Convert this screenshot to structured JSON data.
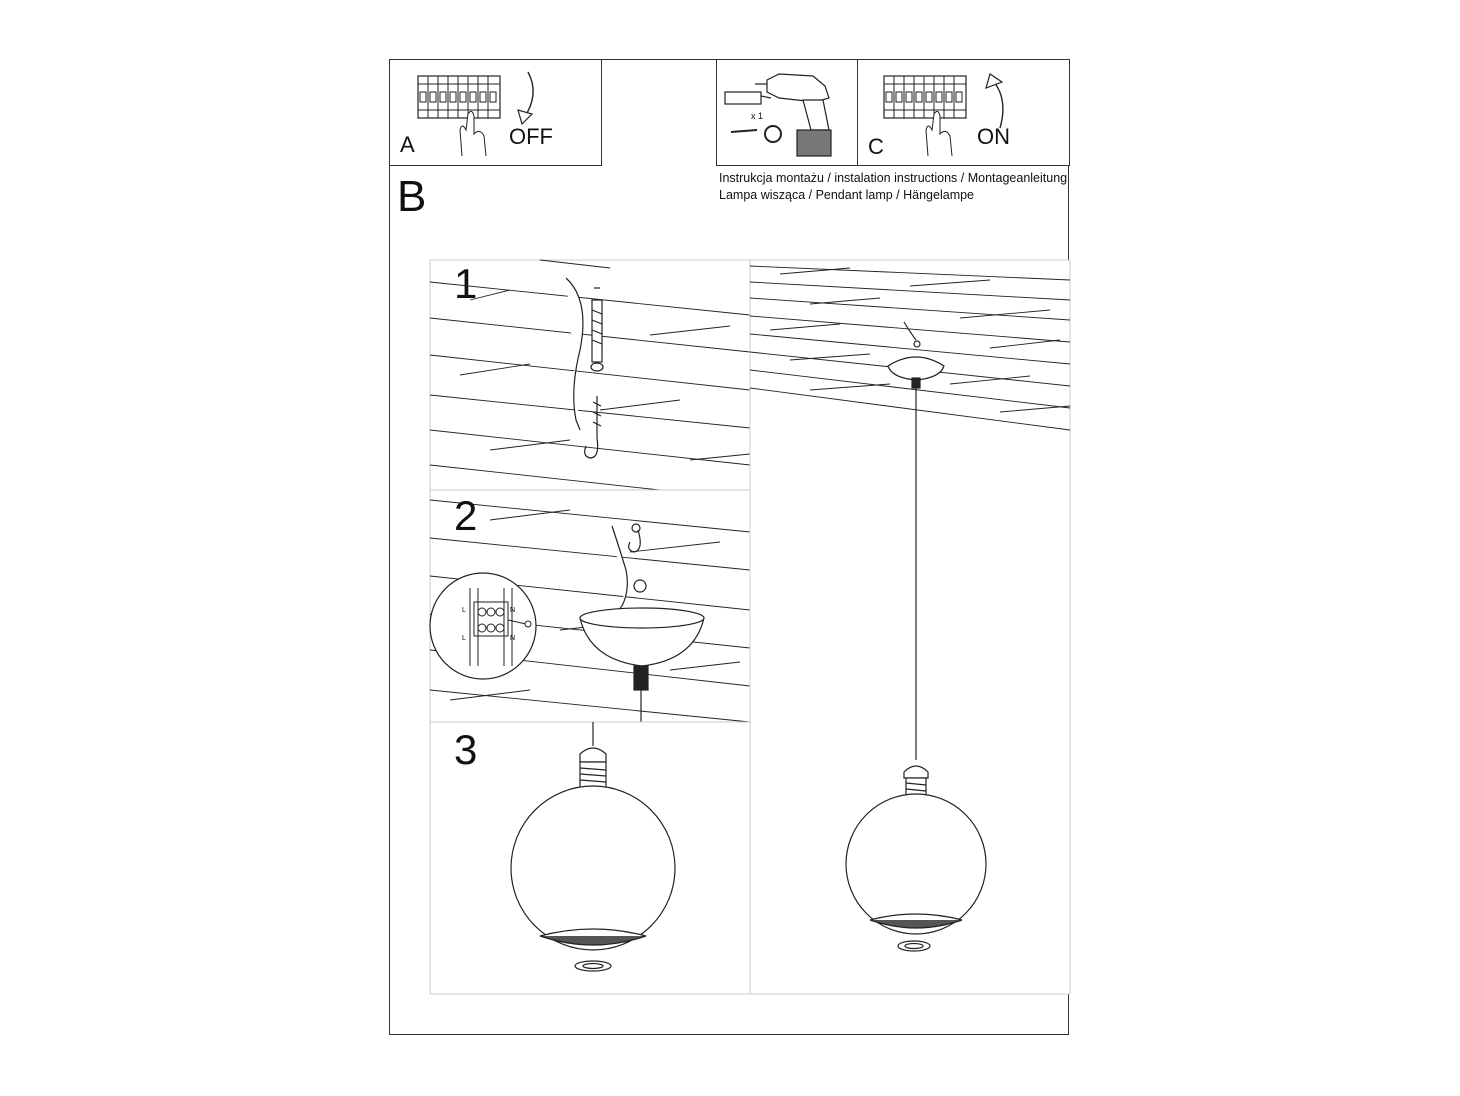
{
  "header": {
    "box_a": {
      "letter": "A",
      "action": "OFF"
    },
    "box_c": {
      "letter": "C",
      "action": "ON"
    },
    "qty_label": "x 1"
  },
  "section_b": {
    "letter": "B"
  },
  "meta": {
    "line1": "Instrukcja montażu / instalation instructions / Montageanleitung",
    "line2": "Lampa wisząca / Pendant lamp / Hängelampe"
  },
  "steps": [
    "1",
    "2",
    "3"
  ],
  "wiring": {
    "l_label": "L",
    "n_label": "N"
  }
}
